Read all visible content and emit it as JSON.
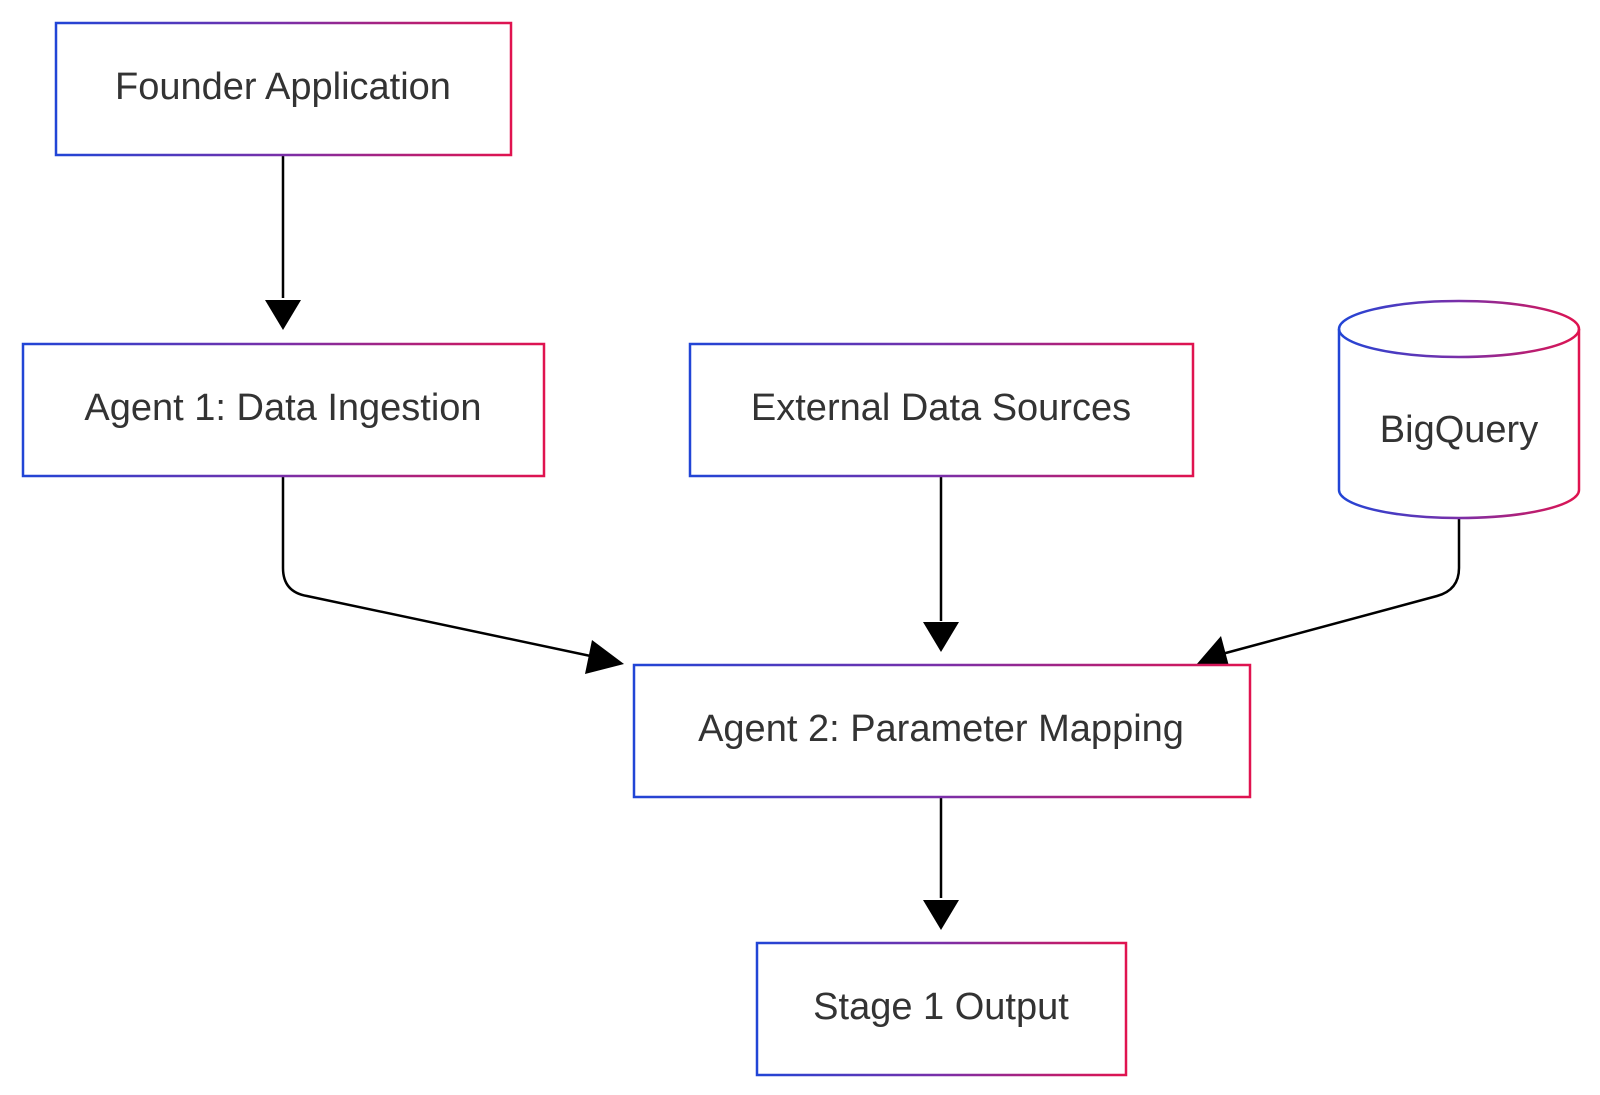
{
  "nodes": {
    "founder": {
      "label": "Founder Application"
    },
    "agent1": {
      "label": "Agent 1: Data Ingestion"
    },
    "external": {
      "label": "External Data Sources"
    },
    "bigquery": {
      "label": "BigQuery"
    },
    "agent2": {
      "label": "Agent 2: Parameter Mapping"
    },
    "stage1": {
      "label": "Stage 1 Output"
    }
  },
  "edges": [
    {
      "from": "Founder Application",
      "to": "Agent 1: Data Ingestion"
    },
    {
      "from": "Agent 1: Data Ingestion",
      "to": "Agent 2: Parameter Mapping"
    },
    {
      "from": "External Data Sources",
      "to": "Agent 2: Parameter Mapping"
    },
    {
      "from": "BigQuery",
      "to": "Agent 2: Parameter Mapping"
    },
    {
      "from": "Agent 2: Parameter Mapping",
      "to": "Stage 1 Output"
    }
  ],
  "colors": {
    "border_start": "#2145d6",
    "border_mid": "#7a2fa8",
    "border_end": "#e0134f",
    "text": "#333333",
    "edge": "#000000",
    "background": "#ffffff"
  }
}
